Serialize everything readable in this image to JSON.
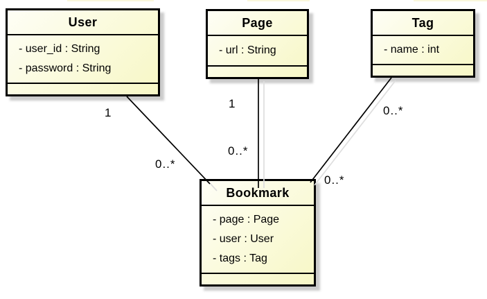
{
  "diagram": {
    "type": "uml-class-diagram",
    "classes": {
      "user": {
        "name": "User",
        "attributes": [
          "- user_id : String",
          "- password : String"
        ],
        "operations": []
      },
      "page": {
        "name": "Page",
        "attributes": [
          "- url : String"
        ],
        "operations": []
      },
      "tag": {
        "name": "Tag",
        "attributes": [
          "- name : int"
        ],
        "operations": []
      },
      "bookmark": {
        "name": "Bookmark",
        "attributes": [
          "- page : Page",
          "- user : User",
          "- tags : Tag"
        ],
        "operations": []
      }
    },
    "associations": [
      {
        "from": "User",
        "to": "Bookmark",
        "from_multiplicity": "1",
        "to_multiplicity": "0..*"
      },
      {
        "from": "Page",
        "to": "Bookmark",
        "from_multiplicity": "1",
        "to_multiplicity": "0..*"
      },
      {
        "from": "Tag",
        "to": "Bookmark",
        "from_multiplicity": "0..*",
        "to_multiplicity": "0..*"
      }
    ],
    "colors": {
      "class_fill_top": "#FEFEF6",
      "class_fill_bottom": "#F7F7C6",
      "border": "#000000",
      "box_shadow": "#C8C8C8",
      "line": "#000000",
      "line_shadow": "#DEDEDE",
      "background": "#FFFFFF"
    }
  }
}
